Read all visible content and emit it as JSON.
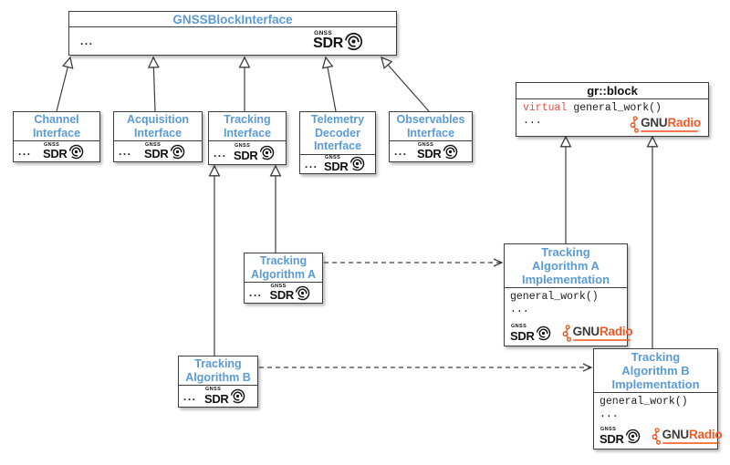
{
  "colors": {
    "title_blue": "#5b9bd5",
    "keyword_red": "#e0534a",
    "gnuradio_orange": "#f15a24",
    "line_gray": "#3d3d3d"
  },
  "logos": {
    "gnss_sdr": {
      "top": "GNSS",
      "name": "SDR"
    },
    "gnuradio": {
      "gnu": "GNU",
      "radio": "Radio"
    }
  },
  "nodes": {
    "gnss_block_interface": {
      "title": "GNSSBlockInterface",
      "ellipsis": "..."
    },
    "channel_interface": {
      "title": [
        "Channel",
        "Interface"
      ],
      "ellipsis": "..."
    },
    "acquisition_interface": {
      "title": [
        "Acquisition",
        "Interface"
      ],
      "ellipsis": "..."
    },
    "tracking_interface": {
      "title": [
        "Tracking",
        "Interface"
      ],
      "ellipsis": "..."
    },
    "telemetry_decoder_interface": {
      "title": [
        "Telemetry",
        "Decoder",
        "Interface"
      ],
      "ellipsis": "..."
    },
    "observables_interface": {
      "title": [
        "Observables",
        "Interface"
      ],
      "ellipsis": "..."
    },
    "gr_block": {
      "title": "gr::block",
      "keyword": "virtual",
      "method": "general_work()",
      "ellipsis": "..."
    },
    "tracking_algorithm_a": {
      "title": [
        "Tracking",
        "Algorithm A"
      ],
      "ellipsis": "..."
    },
    "tracking_algorithm_b": {
      "title": [
        "Tracking",
        "Algorithm B"
      ],
      "ellipsis": "..."
    },
    "tracking_algorithm_a_impl": {
      "title": [
        "Tracking",
        "Algorithm A",
        "Implementation"
      ],
      "method": "general_work()",
      "ellipsis": "..."
    },
    "tracking_algorithm_b_impl": {
      "title": [
        "Tracking",
        "Algorithm B",
        "Implementation"
      ],
      "method": "general_work()",
      "ellipsis": "..."
    }
  }
}
